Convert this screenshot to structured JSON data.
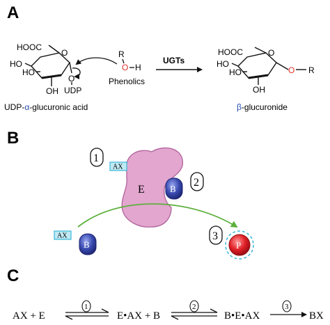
{
  "panel_a": {
    "letter": "A",
    "reactant": {
      "cooh": "HOOC",
      "ho_left": "HO",
      "ho_right": "HO",
      "oh_bottom": "OH",
      "ring_o": "O",
      "glyco_o": "O",
      "udp": "UDP",
      "name_prefix": "UDP-",
      "name_alpha": "α",
      "name_suffix": "-glucuronic acid"
    },
    "phenolic": {
      "r": "R",
      "o": "O",
      "h": "H",
      "name": "Phenolics"
    },
    "enzyme_label": "UGTs",
    "product": {
      "cooh": "HOOC",
      "ho_left": "HO",
      "ho_right": "HO",
      "oh_bottom": "OH",
      "ring_o": "O",
      "o_link": "O",
      "r": "R",
      "name_beta": "β",
      "name_suffix": "-glucuronide"
    },
    "colors": {
      "oxygen_red": "#e0302a",
      "greek_blue": "#2a4fb0"
    }
  },
  "panel_b": {
    "letter": "B",
    "enzyme_label": "E",
    "ax_label": "AX",
    "b_label": "B",
    "p_label": "P",
    "step_1": "1",
    "step_2": "2",
    "step_3": "3",
    "colors": {
      "enzyme_fill": "#e2a6cf",
      "enzyme_stroke": "#b0629a",
      "ax_fill": "#bfe9f3",
      "ax_stroke": "#3ab7d9",
      "b_fill": "#3848a8",
      "p_fill": "#e01f26",
      "arrow_green": "#5cb03c"
    }
  },
  "panel_c": {
    "letter": "C",
    "term_1": "AX + E",
    "term_2": "E•AX + B",
    "term_3": "B•E•AX",
    "term_4": "BX",
    "step_1": "1",
    "step_2": "2",
    "step_3": "3"
  }
}
